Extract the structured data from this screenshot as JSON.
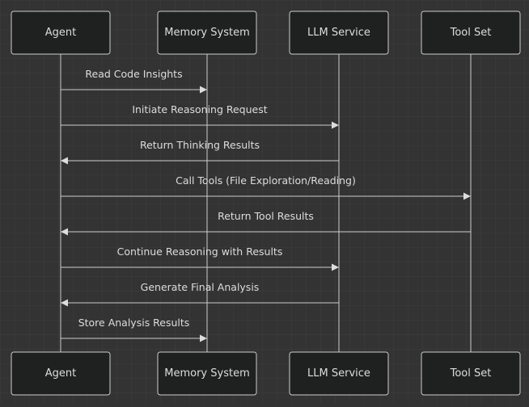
{
  "diagram": {
    "type": "sequence",
    "participants": [
      {
        "id": "agent",
        "label": "Agent"
      },
      {
        "id": "memory",
        "label": "Memory System"
      },
      {
        "id": "llm",
        "label": "LLM Service"
      },
      {
        "id": "tools",
        "label": "Tool Set"
      }
    ],
    "messages": [
      {
        "from": "agent",
        "to": "memory",
        "label": "Read Code Insights"
      },
      {
        "from": "agent",
        "to": "llm",
        "label": "Initiate Reasoning Request"
      },
      {
        "from": "llm",
        "to": "agent",
        "label": "Return Thinking Results"
      },
      {
        "from": "agent",
        "to": "tools",
        "label": "Call Tools (File Exploration/Reading)"
      },
      {
        "from": "tools",
        "to": "agent",
        "label": "Return Tool Results"
      },
      {
        "from": "agent",
        "to": "llm",
        "label": "Continue Reasoning with Results"
      },
      {
        "from": "llm",
        "to": "agent",
        "label": "Generate Final Analysis"
      },
      {
        "from": "agent",
        "to": "memory",
        "label": "Store Analysis Results"
      }
    ]
  }
}
